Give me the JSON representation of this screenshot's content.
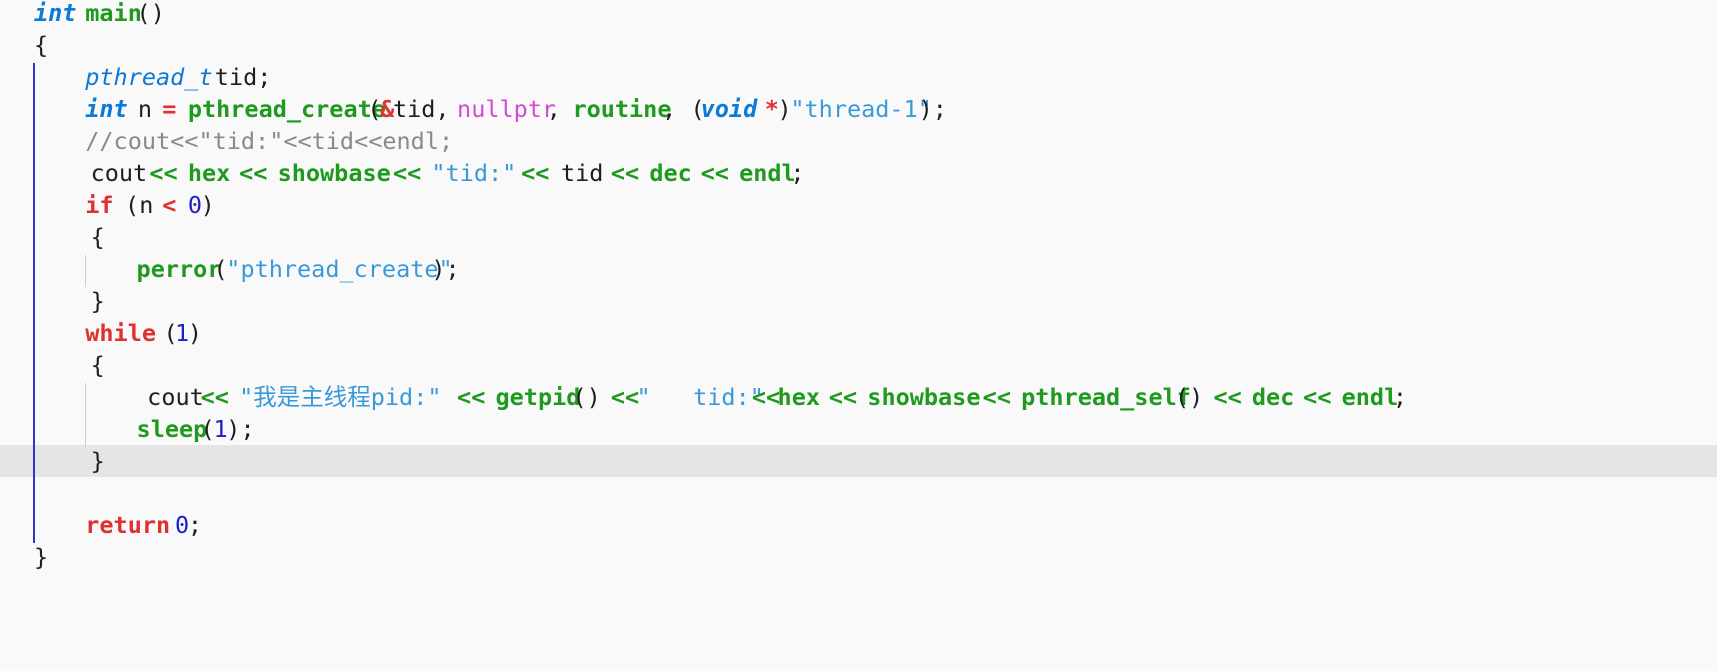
{
  "editor": {
    "lines": [
      [
        {
          "t": "int",
          "k": "kw-type"
        },
        {
          "t": " ",
          "k": "plain"
        },
        {
          "t": "main",
          "k": "fn"
        },
        {
          "t": "()",
          "k": "plain"
        }
      ],
      [
        {
          "t": "{",
          "k": "plain"
        }
      ],
      [
        {
          "t": "    ",
          "k": "plain"
        },
        {
          "t": "pthread_t",
          "k": "typename"
        },
        {
          "t": " tid;",
          "k": "plain"
        }
      ],
      [
        {
          "t": "    ",
          "k": "plain"
        },
        {
          "t": "int",
          "k": "kw-type"
        },
        {
          "t": " n ",
          "k": "plain"
        },
        {
          "t": "=",
          "k": "op-red"
        },
        {
          "t": " ",
          "k": "plain"
        },
        {
          "t": "pthread_create",
          "k": "fn"
        },
        {
          "t": "(",
          "k": "plain"
        },
        {
          "t": "&",
          "k": "op-red"
        },
        {
          "t": "tid, ",
          "k": "plain"
        },
        {
          "t": "nullptr",
          "k": "nullptr"
        },
        {
          "t": ", ",
          "k": "plain"
        },
        {
          "t": "routine",
          "k": "fn"
        },
        {
          "t": ", (",
          "k": "plain"
        },
        {
          "t": "void",
          "k": "kw-type"
        },
        {
          "t": " ",
          "k": "plain"
        },
        {
          "t": "*",
          "k": "op-red"
        },
        {
          "t": ")",
          "k": "plain"
        },
        {
          "t": "\"thread-1\"",
          "k": "str"
        },
        {
          "t": ");",
          "k": "plain"
        }
      ],
      [
        {
          "t": "    ",
          "k": "plain"
        },
        {
          "t": "//cout<<\"tid:\"<<tid<<endl;",
          "k": "comment"
        }
      ],
      [
        {
          "t": "    cout ",
          "k": "plain"
        },
        {
          "t": "<<",
          "k": "op"
        },
        {
          "t": " ",
          "k": "plain"
        },
        {
          "t": "hex",
          "k": "fn"
        },
        {
          "t": " ",
          "k": "plain"
        },
        {
          "t": "<<",
          "k": "op"
        },
        {
          "t": " ",
          "k": "plain"
        },
        {
          "t": "showbase",
          "k": "fn"
        },
        {
          "t": " ",
          "k": "plain"
        },
        {
          "t": "<<",
          "k": "op"
        },
        {
          "t": " ",
          "k": "plain"
        },
        {
          "t": "\"tid:\"",
          "k": "str"
        },
        {
          "t": " ",
          "k": "plain"
        },
        {
          "t": "<<",
          "k": "op"
        },
        {
          "t": " tid ",
          "k": "plain"
        },
        {
          "t": "<<",
          "k": "op"
        },
        {
          "t": " ",
          "k": "plain"
        },
        {
          "t": "dec",
          "k": "fn"
        },
        {
          "t": " ",
          "k": "plain"
        },
        {
          "t": "<<",
          "k": "op"
        },
        {
          "t": " ",
          "k": "plain"
        },
        {
          "t": "endl",
          "k": "fn"
        },
        {
          "t": ";",
          "k": "plain"
        }
      ],
      [
        {
          "t": "    ",
          "k": "plain"
        },
        {
          "t": "if",
          "k": "ctrl"
        },
        {
          "t": " (n ",
          "k": "plain"
        },
        {
          "t": "<",
          "k": "op-red"
        },
        {
          "t": " ",
          "k": "plain"
        },
        {
          "t": "0",
          "k": "num"
        },
        {
          "t": ")",
          "k": "plain"
        }
      ],
      [
        {
          "t": "    {",
          "k": "plain"
        }
      ],
      [
        {
          "t": "        ",
          "k": "plain"
        },
        {
          "t": "perror",
          "k": "fn"
        },
        {
          "t": "(",
          "k": "plain"
        },
        {
          "t": "\"pthread_create\"",
          "k": "str"
        },
        {
          "t": ");",
          "k": "plain"
        }
      ],
      [
        {
          "t": "    }",
          "k": "plain"
        }
      ],
      [
        {
          "t": "    ",
          "k": "plain"
        },
        {
          "t": "while",
          "k": "ctrl"
        },
        {
          "t": " (",
          "k": "plain"
        },
        {
          "t": "1",
          "k": "num"
        },
        {
          "t": ")",
          "k": "plain"
        }
      ],
      [
        {
          "t": "    {",
          "k": "plain"
        }
      ],
      [
        {
          "t": "        cout ",
          "k": "plain"
        },
        {
          "t": "<<",
          "k": "op"
        },
        {
          "t": " ",
          "k": "plain"
        },
        {
          "t": "\"我是主线程pid:\"",
          "k": "str"
        },
        {
          "t": " ",
          "k": "plain"
        },
        {
          "t": "<<",
          "k": "op"
        },
        {
          "t": " ",
          "k": "plain"
        },
        {
          "t": "getpid",
          "k": "fn"
        },
        {
          "t": "() ",
          "k": "plain"
        },
        {
          "t": "<<",
          "k": "op"
        },
        {
          "t": "\"   tid:\"",
          "k": "str"
        },
        {
          "t": "<<",
          "k": "op"
        },
        {
          "t": "hex",
          "k": "fn"
        },
        {
          "t": " ",
          "k": "plain"
        },
        {
          "t": "<<",
          "k": "op"
        },
        {
          "t": " ",
          "k": "plain"
        },
        {
          "t": "showbase",
          "k": "fn"
        },
        {
          "t": " ",
          "k": "plain"
        },
        {
          "t": "<<",
          "k": "op"
        },
        {
          "t": " ",
          "k": "plain"
        },
        {
          "t": "pthread_self",
          "k": "fn"
        },
        {
          "t": "() ",
          "k": "plain"
        },
        {
          "t": "<<",
          "k": "op"
        },
        {
          "t": " ",
          "k": "plain"
        },
        {
          "t": "dec",
          "k": "fn"
        },
        {
          "t": " ",
          "k": "plain"
        },
        {
          "t": "<<",
          "k": "op"
        },
        {
          "t": " ",
          "k": "plain"
        },
        {
          "t": "endl",
          "k": "fn"
        },
        {
          "t": ";",
          "k": "plain"
        }
      ],
      [
        {
          "t": "        ",
          "k": "plain"
        },
        {
          "t": "sleep",
          "k": "fn"
        },
        {
          "t": "(",
          "k": "plain"
        },
        {
          "t": "1",
          "k": "num"
        },
        {
          "t": ");",
          "k": "plain"
        }
      ],
      [
        {
          "t": "    }",
          "k": "plain"
        }
      ],
      [],
      [
        {
          "t": "    ",
          "k": "plain"
        },
        {
          "t": "return",
          "k": "ctrl"
        },
        {
          "t": " ",
          "k": "plain"
        },
        {
          "t": "0",
          "k": "num"
        },
        {
          "t": ";",
          "k": "plain"
        }
      ],
      [
        {
          "t": "}",
          "k": "plain"
        }
      ]
    ],
    "current_line_index": 14,
    "colors": {
      "background": "#f9f9f9",
      "current_line": "#e5e5e5",
      "type_keyword": "#0c7ad6",
      "function": "#1e9a1e",
      "control_keyword": "#e03131",
      "string": "#3a9ad9",
      "number": "#1d1dcc",
      "nullptr": "#d34ad8",
      "comment": "#8a8a8a",
      "scope_guide_outer": "#3434c8",
      "scope_guide_inner": "#b6dcb6"
    }
  }
}
